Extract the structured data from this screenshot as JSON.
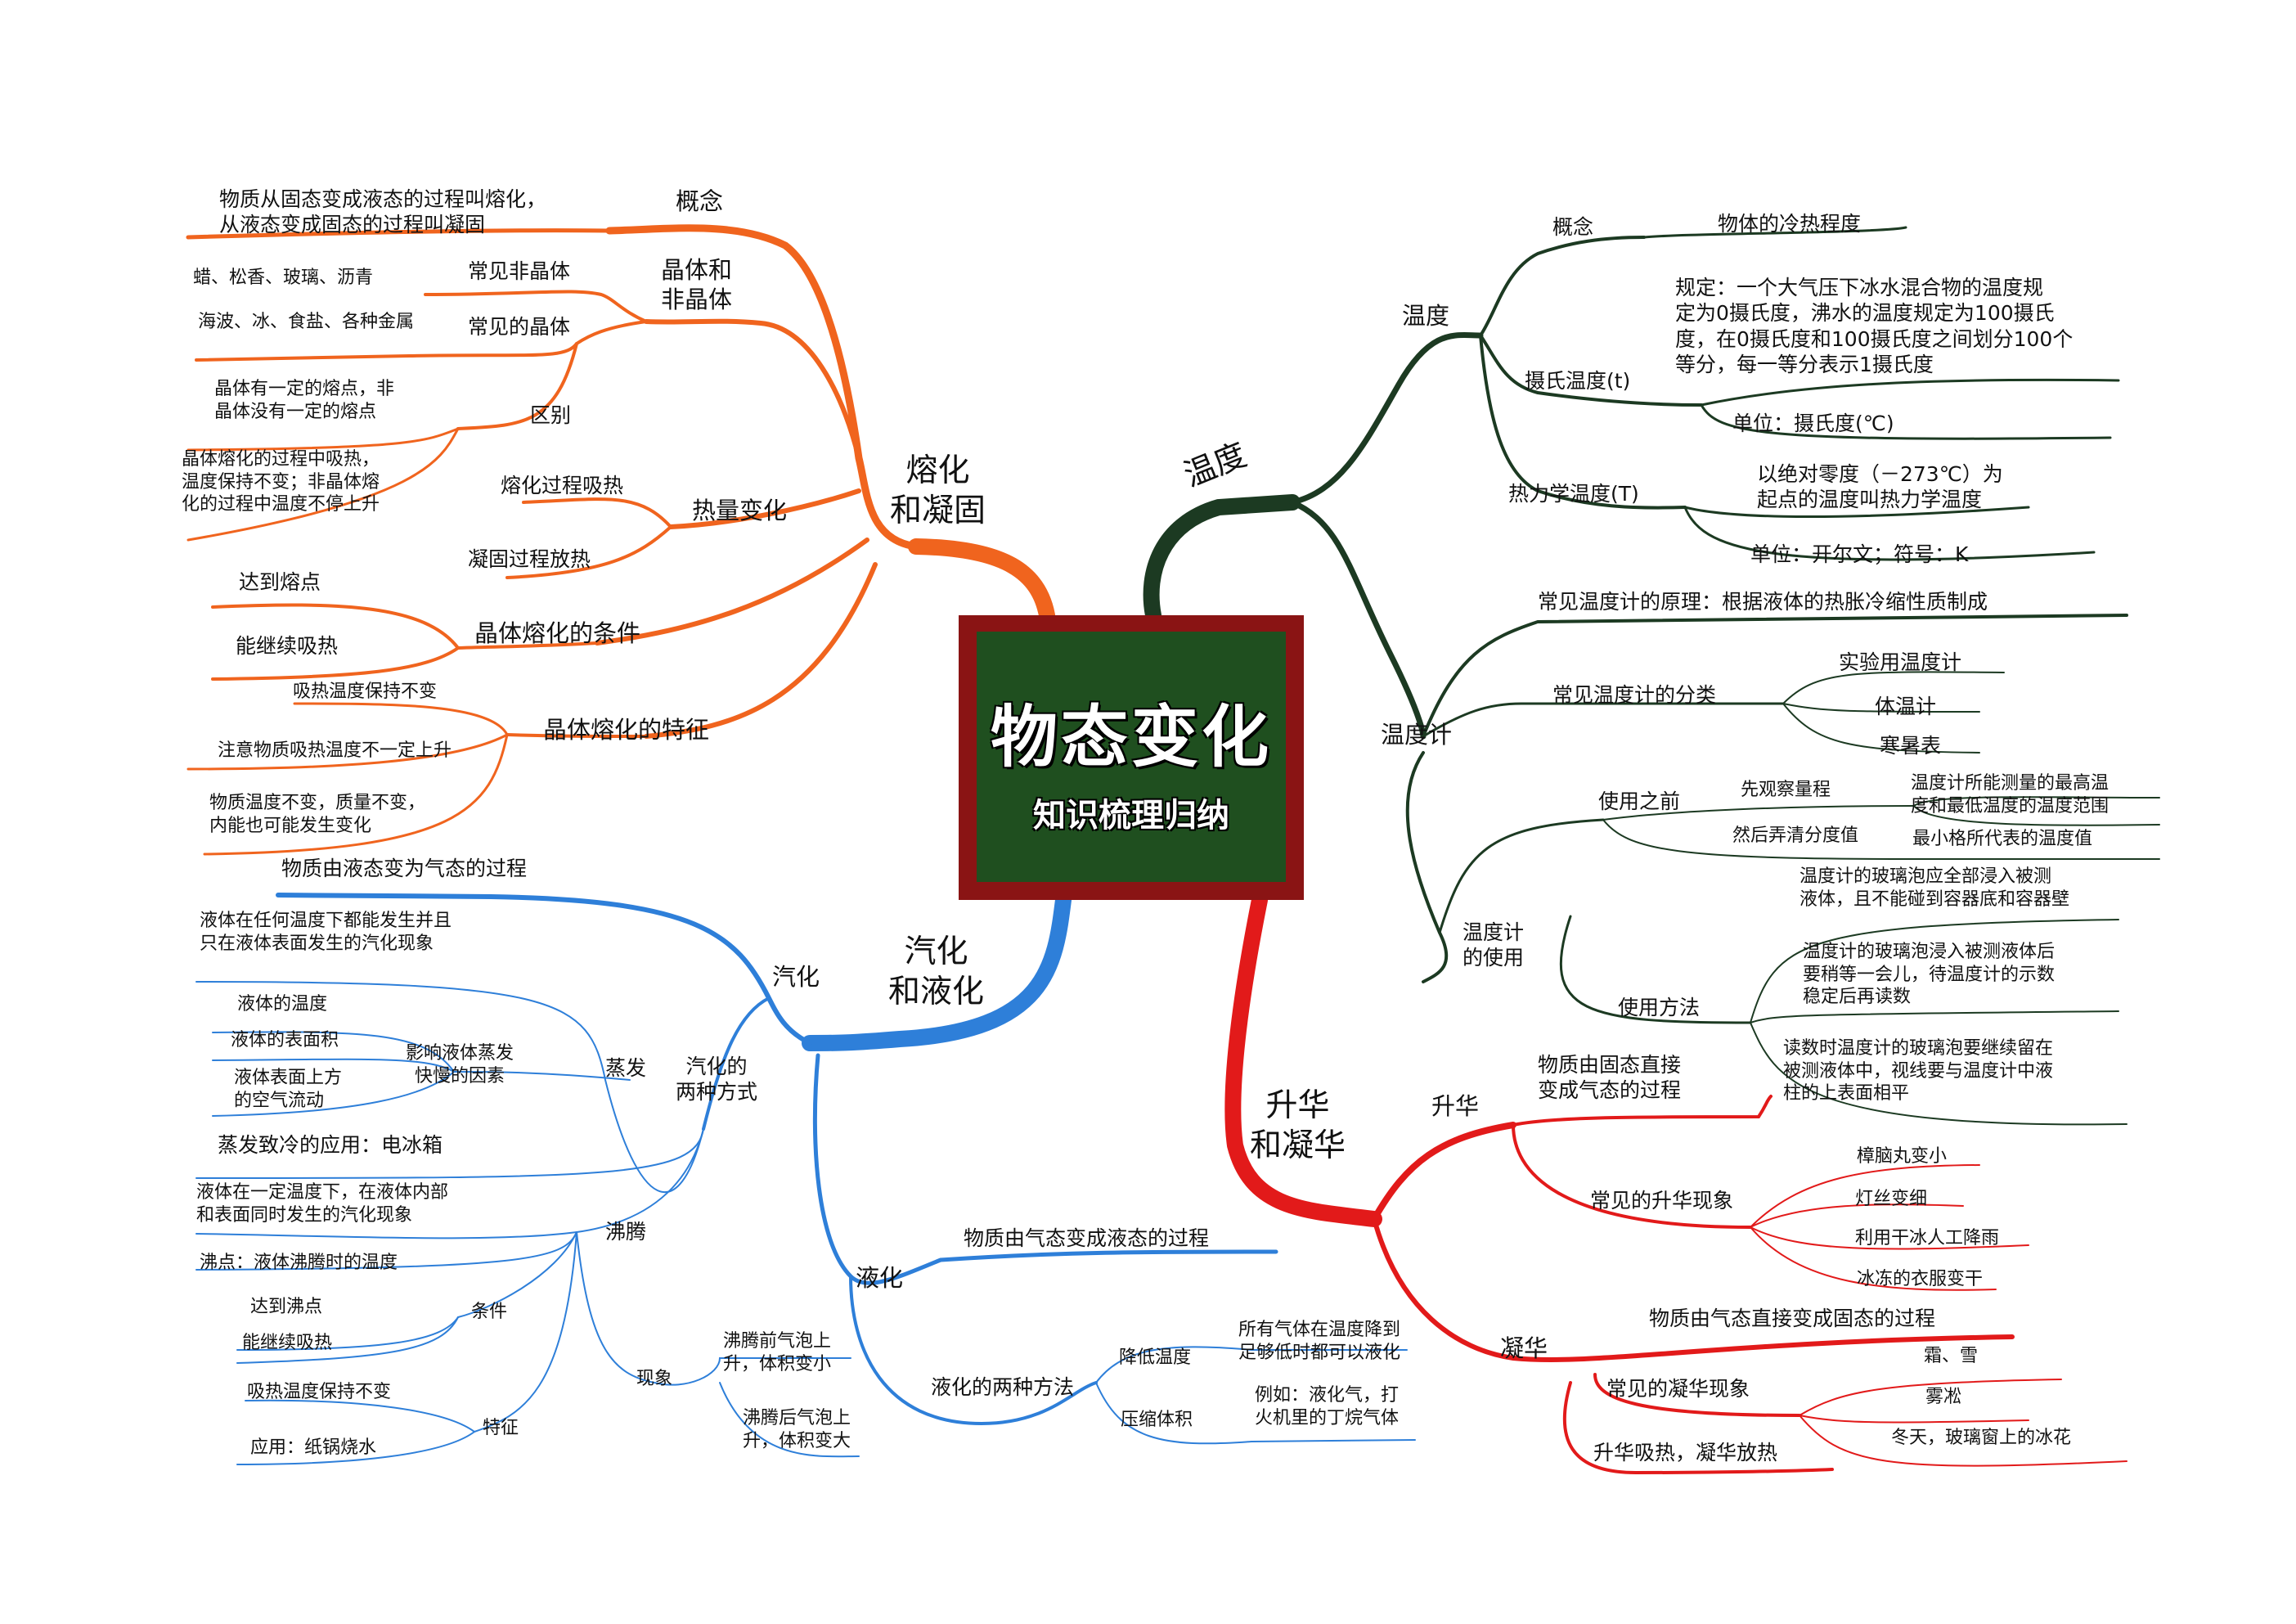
{
  "center": {
    "title": "物态变化",
    "subtitle": "知识梳理归纳"
  },
  "colors": {
    "melting": "#f0641e",
    "vapor": "#2e7fd9",
    "temperature": "#1c3a22",
    "sublimation": "#e21a1a",
    "center_border": "#8a1414",
    "center_fill": "#1f4f1f"
  },
  "melting": {
    "branch": "熔化\n和凝固",
    "concept": "概念",
    "concept_text": "物质从固态变成液态的过程叫熔化，\n从液态变成固态的过程叫凝固",
    "crystal": "晶体和\n非晶体",
    "non_crystal": "常见非晶体",
    "non_crystal_text": "蜡、松香、玻璃、沥青",
    "crystal_common": "常见的晶体",
    "crystal_common_text": "海波、冰、食盐、各种金属",
    "difference": "区别",
    "difference_text1": "晶体有一定的熔点，非\n晶体没有一定的熔点",
    "difference_text2": "晶体熔化的过程中吸热，\n温度保持不变；非晶体熔\n化的过程中温度不停上升",
    "heat_change": "热量变化",
    "heat_melt": "熔化过程吸热",
    "heat_solid": "凝固过程放热",
    "condition": "晶体熔化的条件",
    "condition1": "达到熔点",
    "condition2": "能继续吸热",
    "feature": "晶体熔化的特征",
    "feature1": "吸热温度保持不变",
    "feature2": "注意物质吸热温度不一定上升",
    "feature3": "物质温度不变，质量不变，\n内能也可能发生变化"
  },
  "vapor": {
    "branch": "汽化\n和液化",
    "definition": "物质由液态变为气态的过程",
    "vaporize": "汽化",
    "two_ways": "汽化的\n两种方式",
    "evaporation": "蒸发",
    "evap_def": "液体在任何温度下都能发生并且\n只在液体表面发生的汽化现象",
    "factors": "影响液体蒸发\n快慢的因素",
    "factor1": "液体的温度",
    "factor2": "液体的表面积",
    "factor3": "液体表面上方\n的空气流动",
    "evap_app": "蒸发致冷的应用：电冰箱",
    "boiling": "沸腾",
    "boil_def": "液体在一定温度下，在液体内部\n和表面同时发生的汽化现象",
    "boil_point": "沸点：液体沸腾时的温度",
    "condition": "条件",
    "cond1": "达到沸点",
    "cond2": "能继续吸热",
    "feature": "特征",
    "feat1": "吸热温度保持不变",
    "feat2": "应用：纸锅烧水",
    "phenomenon": "现象",
    "phen1": "沸腾前气泡上\n升，体积变小",
    "phen2": "沸腾后气泡上\n升，体积变大",
    "liquefy": "液化",
    "liq_def": "物质由气态变成液态的过程",
    "liq_ways": "液化的两种方法",
    "lower_temp": "降低温度",
    "lower_text": "所有气体在温度降到\n足够低时都可以液化",
    "compress": "压缩体积",
    "compress_text": "例如：液化气，打\n火机里的丁烷气体"
  },
  "temperature": {
    "branch": "温度",
    "sub": "温度",
    "concept": "概念",
    "concept_text": "物体的冷热程度",
    "celsius": "摄氏温度(t)",
    "celsius_def": "规定：一个大气压下冰水混合物的温度规\n定为0摄氏度，沸水的温度规定为100摄氏\n度，在0摄氏度和100摄氏度之间划分100个\n等分，每一等分表示1摄氏度",
    "celsius_unit": "单位：摄氏度(℃)",
    "thermo": "热力学温度(T)",
    "thermo_def": "以绝对零度（－273℃）为\n起点的温度叫热力学温度",
    "thermo_unit": "单位：开尔文；符号：K",
    "thermometer": "温度计",
    "principle": "常见温度计的原理：根据液体的热胀冷缩性质制成",
    "types": "常见温度计的分类",
    "type1": "实验用温度计",
    "type2": "体温计",
    "type3": "寒暑表",
    "usage": "温度计\n的使用",
    "before": "使用之前",
    "observe": "先观察量程",
    "observe_text": "温度计所能测量的最高温\n度和最低温度的温度范围",
    "division": "然后弄清分度值",
    "division_text": "最小格所代表的温度值",
    "method": "使用方法",
    "method1": "温度计的玻璃泡应全部浸入被测\n液体，且不能碰到容器底和容器壁",
    "method2": "温度计的玻璃泡浸入被测液体后\n要稍等一会儿，待温度计的示数\n稳定后再读数",
    "method3": "读数时温度计的玻璃泡要继续留在\n被测液体中，视线要与温度计中液\n柱的上表面相平"
  },
  "sublimation": {
    "branch": "升华\n和凝华",
    "sublime": "升华",
    "sub_def": "物质由固态直接\n变成气态的过程",
    "sub_common": "常见的升华现象",
    "sub1": "樟脑丸变小",
    "sub2": "灯丝变细",
    "sub3": "利用干冰人工降雨",
    "sub4": "冰冻的衣服变干",
    "deposit": "凝华",
    "dep_def": "物质由气态直接变成固态的过程",
    "dep_common": "常见的凝华现象",
    "dep1": "霜、雪",
    "dep2": "雾凇",
    "dep3": "冬天，玻璃窗上的冰花",
    "heat": "升华吸热，凝华放热"
  }
}
